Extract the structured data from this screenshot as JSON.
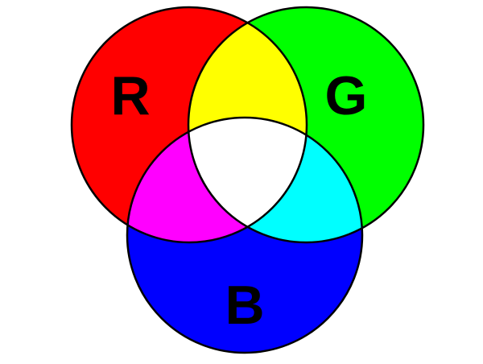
{
  "diagram": {
    "type": "additive-color-venn",
    "sets": [
      {
        "label": "R",
        "color": "#ff0000"
      },
      {
        "label": "G",
        "color": "#00ff00"
      },
      {
        "label": "B",
        "color": "#0000ff"
      }
    ],
    "overlaps": {
      "red_green": "#ffff00",
      "red_blue": "#ff00ff",
      "green_blue": "#00ffff",
      "red_green_blue": "#ffffff"
    },
    "outline_color": "#000000"
  }
}
